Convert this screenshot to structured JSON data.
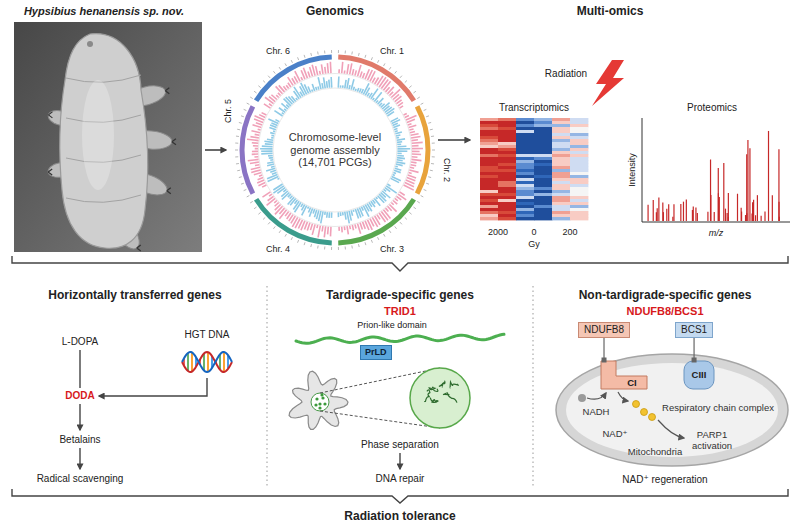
{
  "diagram": {
    "nodes": [
      {
        "text": [
          "Chromosome-level genome assembly (14,701 PCGs)"
        ]
      },
      {
        "text": [
          "PrLD"
        ]
      },
      {
        "text": [
          "NDUFB8"
        ]
      },
      {
        "text": [
          "BCS1"
        ]
      },
      {
        "text": [
          "NADH",
          "Respiratory chain complex",
          "NAD⁺",
          "PARP1 activation",
          "Mitochondria"
        ]
      },
      {
        "text": [
          "CI"
        ],
        "in": 4
      },
      {
        "text": [
          "CIII"
        ],
        "in": 4
      }
    ],
    "edges": [
      {
        "from": 2,
        "to": 5,
        "arrow": "none"
      },
      {
        "from": 3,
        "to": 6,
        "arrow": "none"
      }
    ],
    "labels": [
      "Hypsibius henanensis sp. nov.",
      "Genomics",
      "Chr. 1",
      "Chr. 2",
      "Chr. 3",
      "Chr. 4",
      "Chr. 5",
      "Chr. 6",
      "Multi-omics",
      "Radiation",
      "Transcriptomics",
      "2000",
      "0",
      "200",
      "Gy",
      "Proteomics",
      "Intensity",
      "m/z",
      "Horizontally transferred genes",
      "Tardigrade-specific genes",
      "Non-tardigrade-specific genes",
      "HGT DNA",
      "L-DOPA",
      "DODA",
      "Betalains",
      "Radical scavenging",
      "TRID1",
      "Prion-like domain",
      "Phase separation",
      "DNA repair",
      "NDUFB8/BCS1",
      "NAD⁺ regeneration",
      "Radiation tolerance"
    ]
  }
}
